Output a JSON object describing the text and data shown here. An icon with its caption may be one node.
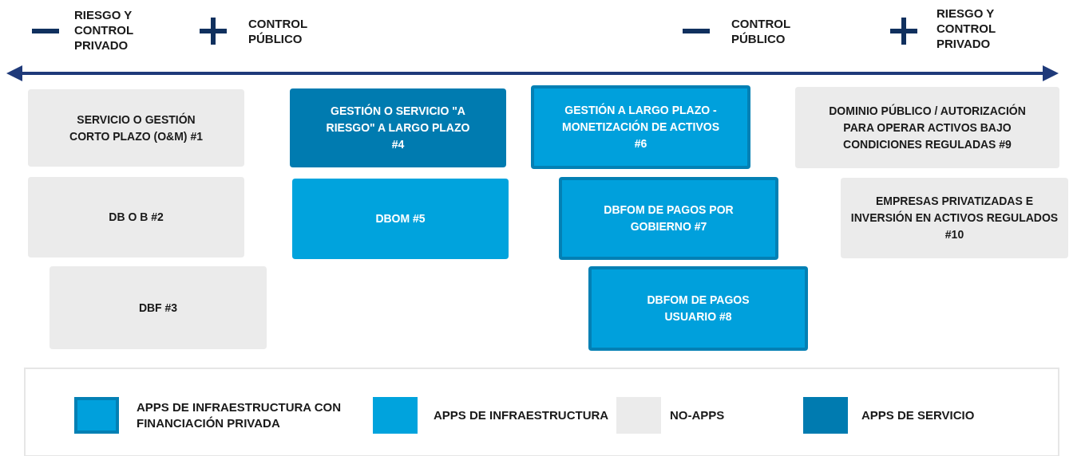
{
  "diagram": {
    "nodes": [
      {
        "text": [
          "SERVICIO O GESTIÓN CORTO PLAZO (O&M) #1"
        ]
      },
      {
        "text": [
          "DB O B #2"
        ]
      },
      {
        "text": [
          "DBF #3"
        ]
      },
      {
        "text": [
          "GESTIÓN O SERVICIO \"A RIESGO\" A LARGO PLAZO #4"
        ]
      },
      {
        "text": [
          "DBOM #5"
        ]
      },
      {
        "text": [
          "GESTIÓN A LARGO PLAZO - MONETIZACIÓN DE ACTIVOS #6"
        ]
      },
      {
        "text": [
          "DBFOM DE PAGOS POR GOBIERNO #7"
        ]
      },
      {
        "text": [
          "DBFOM DE PAGOS USUARIO #8"
        ]
      },
      {
        "text": [
          "DOMINIO PÚBLICO / AUTORIZACIÓN PARA OPERAR ACTIVOS BAJO CONDICIONES REGULADAS #9"
        ]
      },
      {
        "text": [
          "EMPRESAS PRIVATIZADAS E INVERSIÓN EN ACTIVOS REGULADOS #10"
        ]
      }
    ],
    "labels": [
      "RIESGO Y CONTROL PRIVADO",
      "CONTROL PÚBLICO",
      "CONTROL PÚBLICO",
      "RIESGO Y CONTROL PRIVADO"
    ],
    "legend": [
      {
        "text": "APPS DE INFRAESTRUCTURA CON FINANCIACIÓN PRIVADA",
        "color": "#00a0dc"
      },
      {
        "text": "APPS DE INFRAESTRUCTURA",
        "color": "#00a3dd"
      },
      {
        "text": "NO-APPS",
        "color": "#ebebeb"
      },
      {
        "text": "APPS DE SERVICIO",
        "color": "#007bb0"
      }
    ]
  }
}
